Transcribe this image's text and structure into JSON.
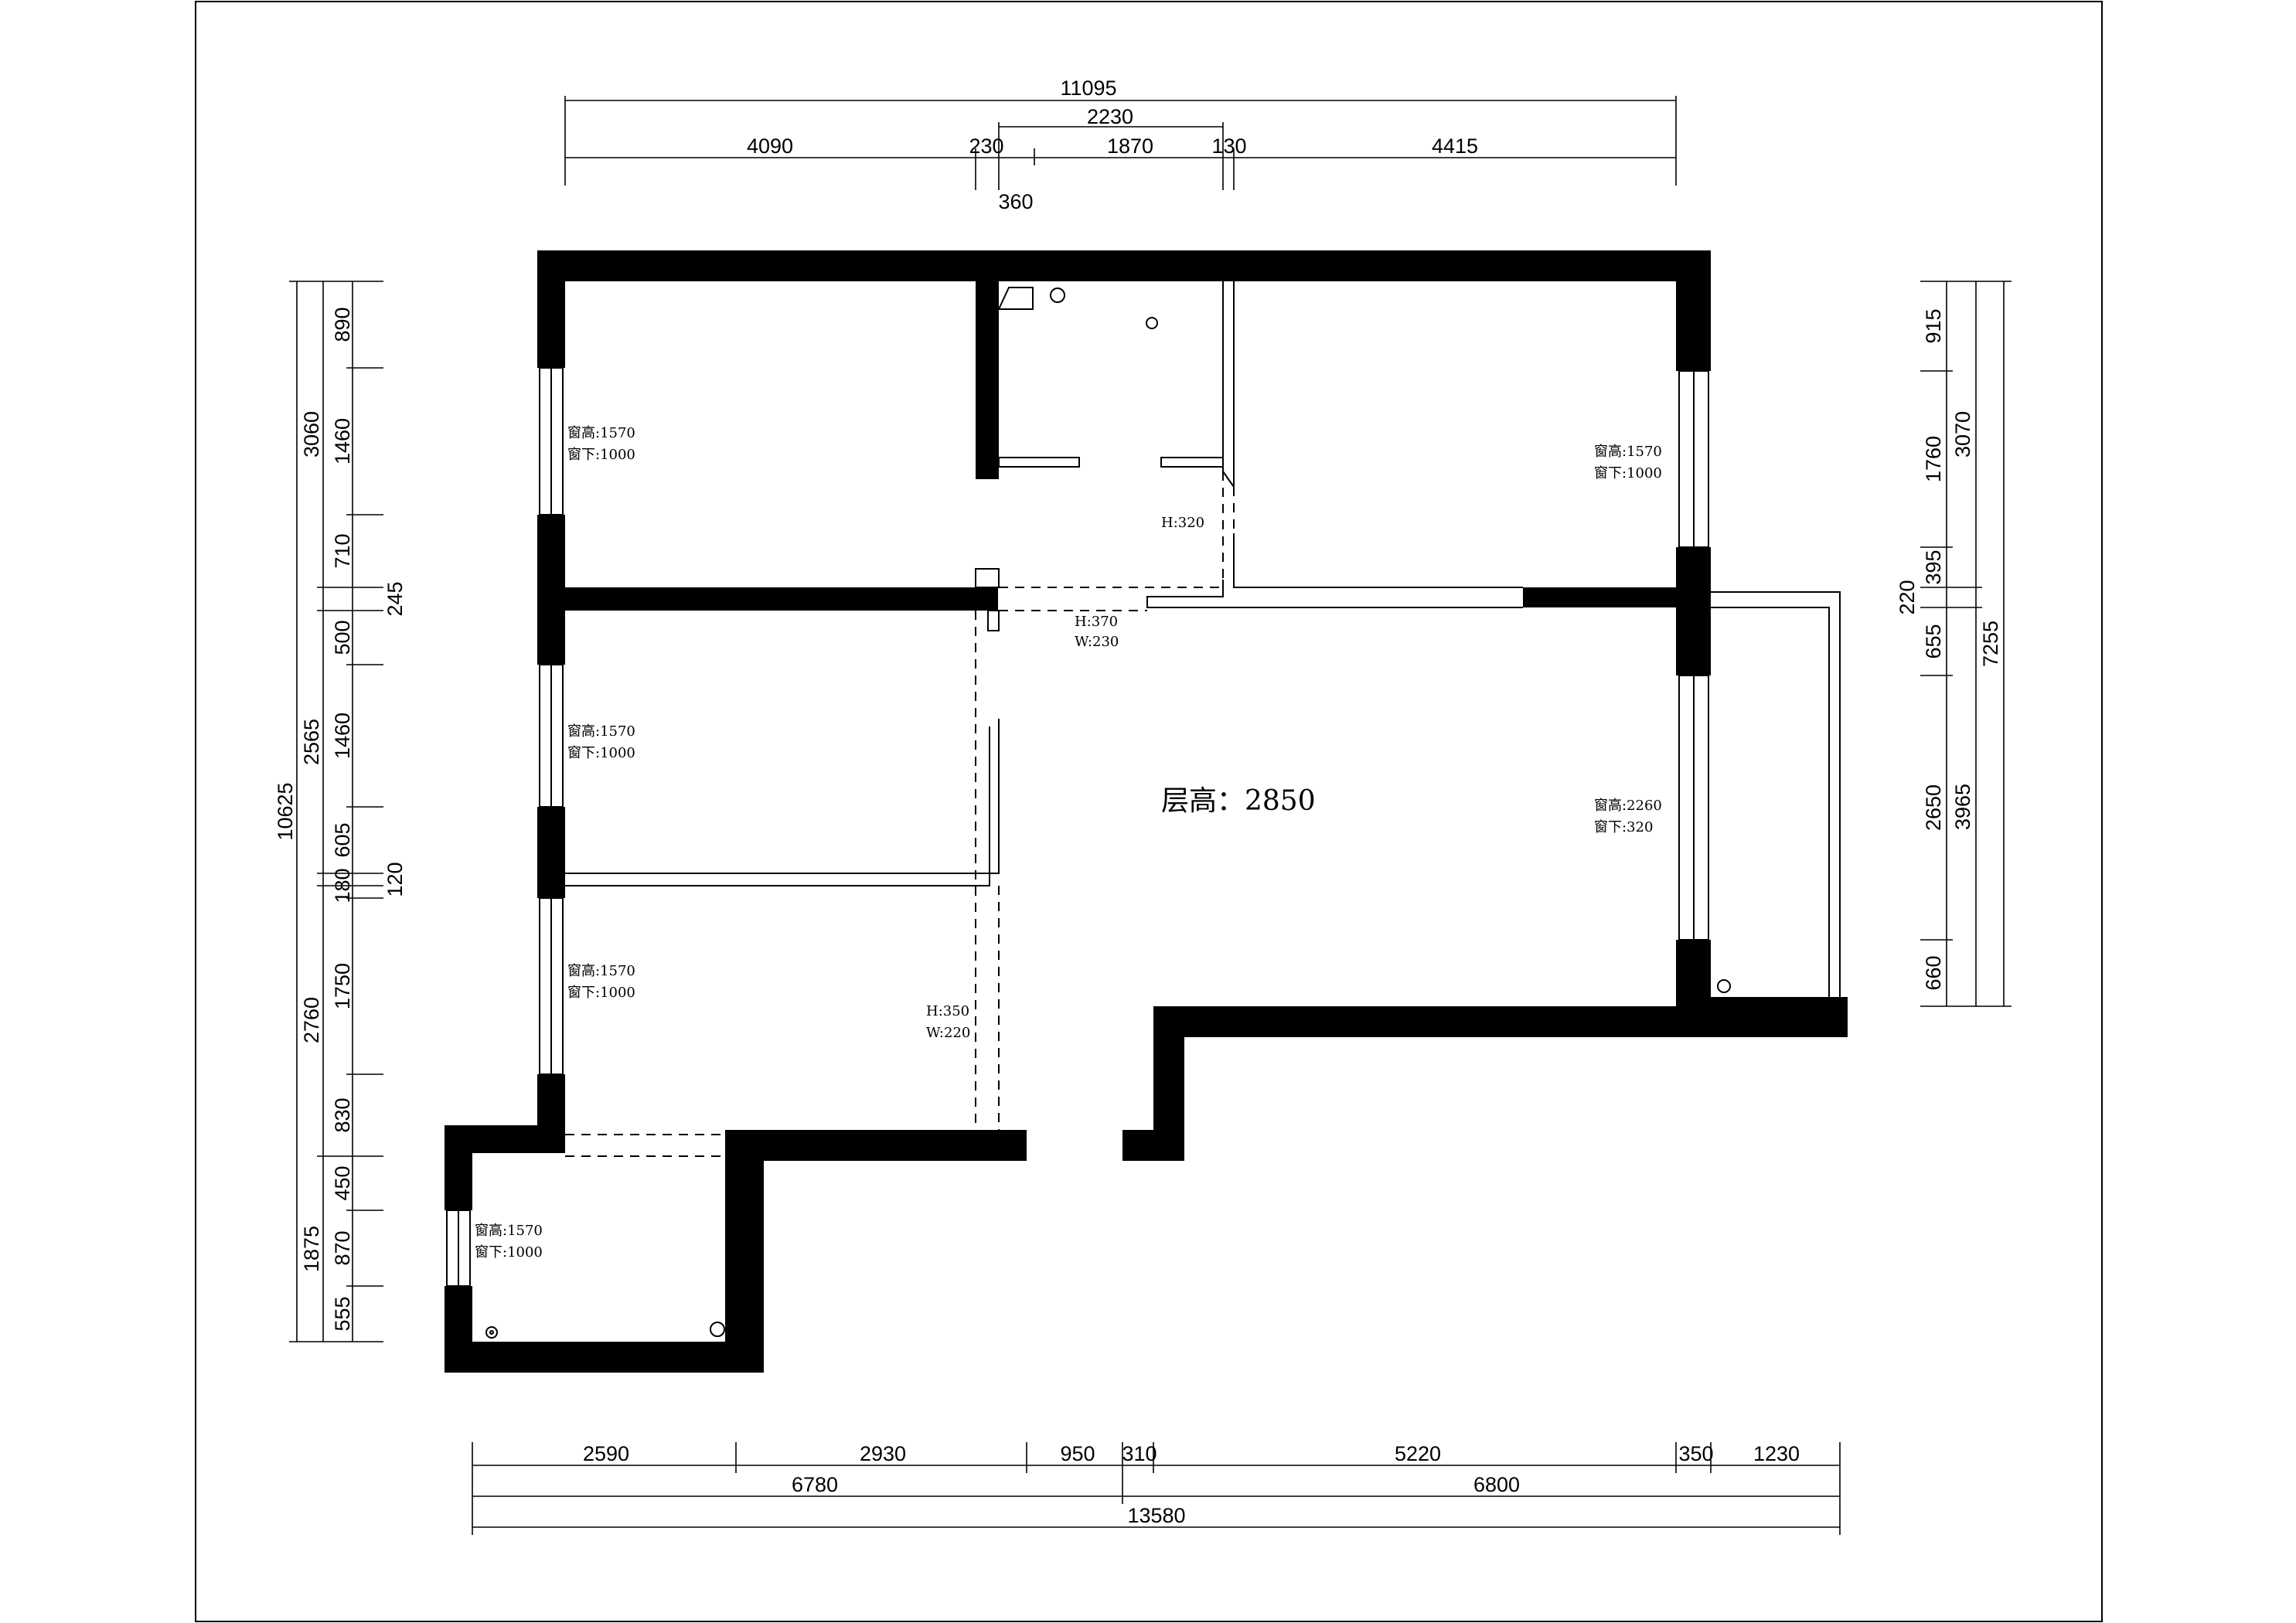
{
  "floor_height_label": "层高：2850",
  "top_dims": {
    "overall": "11095",
    "row1": [
      "4090",
      "230",
      "1870",
      "130",
      "4415"
    ],
    "core": "2230",
    "below": "360"
  },
  "bottom_dims": {
    "row1": [
      "2590",
      "2930",
      "950",
      "310",
      "5220",
      "350",
      "1230"
    ],
    "row2": [
      "6780",
      "6800"
    ],
    "overall": "13580"
  },
  "left_dims": {
    "inner": [
      "890",
      "1460",
      "710",
      "500",
      "1460",
      "605",
      "180",
      "1750",
      "830",
      "450",
      "870",
      "555"
    ],
    "rooms": [
      "3060",
      "2565",
      "2760",
      "1875"
    ],
    "walls": [
      "245",
      "120"
    ],
    "overall": "10625"
  },
  "right_dims": {
    "inner": [
      "915",
      "1760",
      "395",
      "655",
      "2650",
      "660"
    ],
    "rooms": [
      "3070",
      "3965"
    ],
    "walls": [
      "220"
    ],
    "overall": "7255"
  },
  "windows": [
    {
      "line1": "窗高:1570",
      "line2": "窗下:1000"
    },
    {
      "line1": "窗高:1570",
      "line2": "窗下:1000"
    },
    {
      "line1": "窗高:1570",
      "line2": "窗下:1000"
    },
    {
      "line1": "窗高:1570",
      "line2": "窗下:1000"
    },
    {
      "line1": "窗高:1570",
      "line2": "窗下:1000"
    },
    {
      "line1": "窗高:2260",
      "line2": "窗下:320"
    }
  ],
  "openings": [
    {
      "line1": "H:370",
      "line2": "W:230"
    },
    {
      "line1": "H:350",
      "line2": "W:220"
    }
  ],
  "beam": "H:320"
}
